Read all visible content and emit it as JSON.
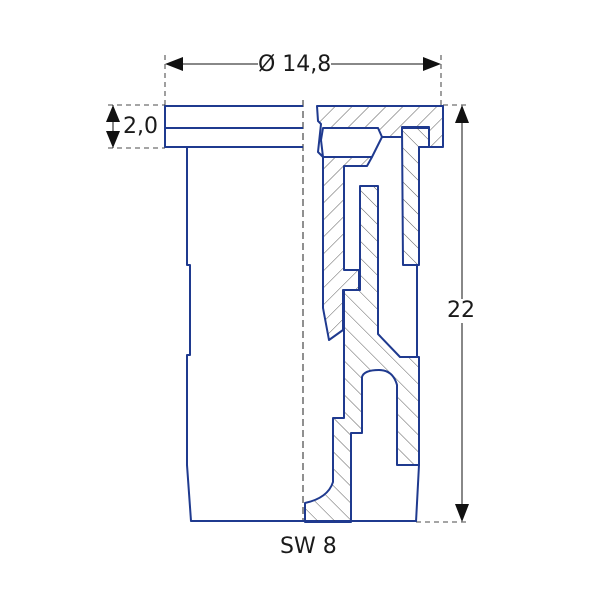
{
  "dimensions": {
    "diameter": "Ø 14,8",
    "flange_thickness": "2,0",
    "height": "22",
    "wrench_size": "SW 8"
  },
  "colors": {
    "outline": "#1f3a8f",
    "dimension": "#1a1a1a"
  }
}
